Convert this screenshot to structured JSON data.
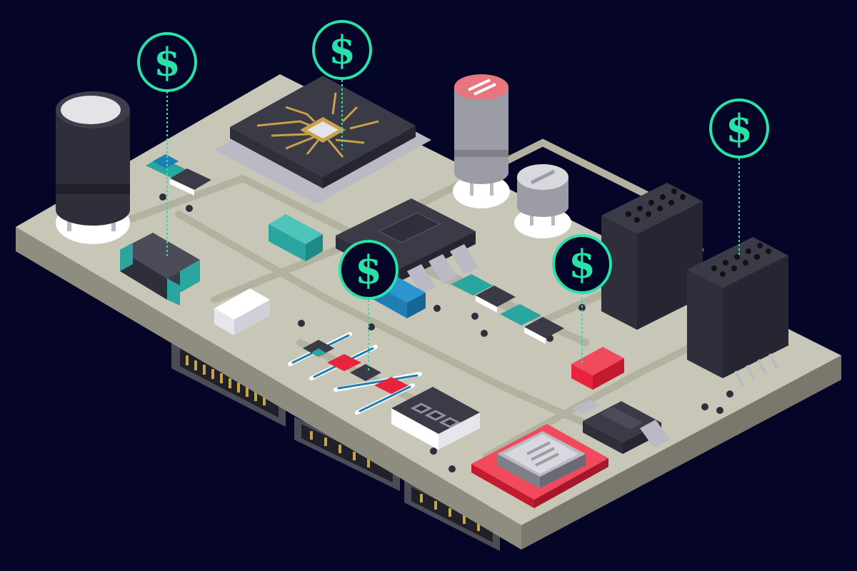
{
  "colors": {
    "background": "#050528",
    "board_top": "#c8c6b6",
    "board_side": "#8f8d80",
    "board_trace": "#b3b19f",
    "marker_accent": "#27e3a8",
    "chip_gold": "#c9a14a",
    "chip_body": "#3a3b47",
    "component_dark": "#2e2f3a",
    "component_teal": "#2aa6a0",
    "component_blue": "#1f7fb5",
    "component_red": "#e8243c",
    "pin_silver": "#b9bac4",
    "contact_gold": "#c8a443"
  },
  "markers": [
    {
      "name": "cost-marker-capacitor-left",
      "label": "$"
    },
    {
      "name": "cost-marker-processor",
      "label": "$"
    },
    {
      "name": "cost-marker-center",
      "label": "$"
    },
    {
      "name": "cost-marker-red-component",
      "label": "$"
    },
    {
      "name": "cost-marker-connector",
      "label": "$"
    }
  ]
}
